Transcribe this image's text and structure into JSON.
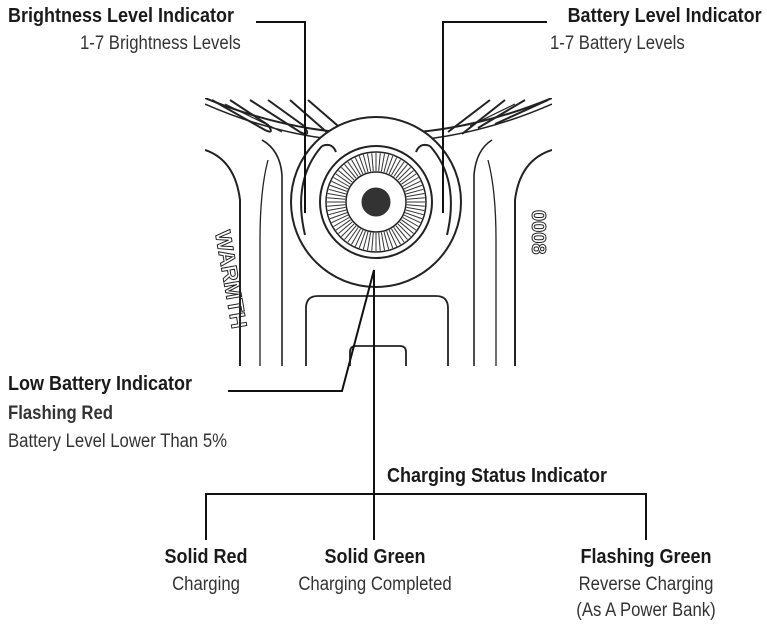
{
  "brightness": {
    "title": "Brightness Level Indicator",
    "subtitle": "1-7 Brightness Levels"
  },
  "battery": {
    "title": "Battery Level Indicator",
    "subtitle": "1-7 Battery Levels"
  },
  "low_battery": {
    "title": "Low Battery Indicator",
    "state": "Flashing Red",
    "description": "Battery Level Lower Than 5%"
  },
  "charging": {
    "title": "Charging Status Indicator",
    "states": [
      {
        "name": "Solid Red",
        "description": "Charging"
      },
      {
        "name": "Solid Green",
        "description": "Charging Completed"
      },
      {
        "name": "Flashing Green",
        "description": "Reverse Charging",
        "note": "(As A Power Bank)"
      }
    ]
  },
  "device": {
    "side_lettering": "WARMTH",
    "side_numbers": "0008"
  }
}
